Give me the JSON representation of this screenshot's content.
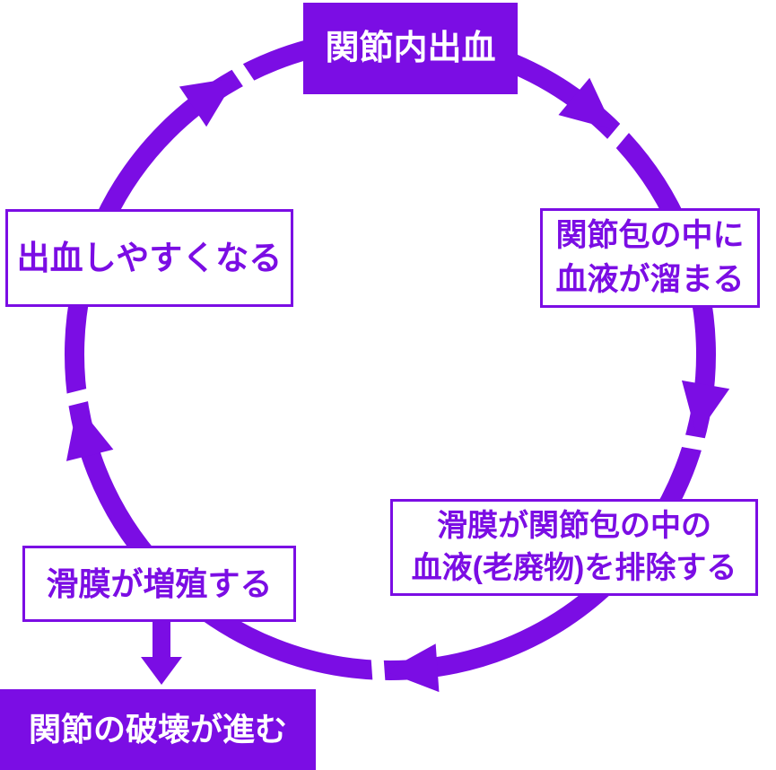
{
  "colors": {
    "accent": "#7B0DE4",
    "filled_node_text": "#FFFFFF",
    "background": "#FFFFFF"
  },
  "diagram": {
    "type": "circular-flow",
    "direction": "clockwise"
  },
  "nodes": {
    "top": {
      "label": "関節内出血",
      "style": "filled"
    },
    "right": {
      "line1": "関節包の中に",
      "line2": "血液が溜まる",
      "style": "outlined"
    },
    "bottom_right": {
      "line1": "滑膜が関節包の中の",
      "line2": "血液(老廃物)を排除する",
      "style": "outlined"
    },
    "left_bottom": {
      "label": "滑膜が増殖する",
      "style": "outlined"
    },
    "left_top": {
      "label": "出血しやすくなる",
      "style": "outlined"
    },
    "outcome": {
      "label": "関節の破壊が進む",
      "style": "filled"
    }
  },
  "edges": [
    {
      "from": "top",
      "to": "right",
      "kind": "cycle-arc"
    },
    {
      "from": "right",
      "to": "bottom_right",
      "kind": "cycle-arc"
    },
    {
      "from": "bottom_right",
      "to": "left_bottom",
      "kind": "cycle-arc"
    },
    {
      "from": "left_bottom",
      "to": "left_top",
      "kind": "cycle-arc"
    },
    {
      "from": "left_top",
      "to": "top",
      "kind": "cycle-arc"
    },
    {
      "from": "left_bottom",
      "to": "outcome",
      "kind": "straight-down-arrow"
    }
  ]
}
